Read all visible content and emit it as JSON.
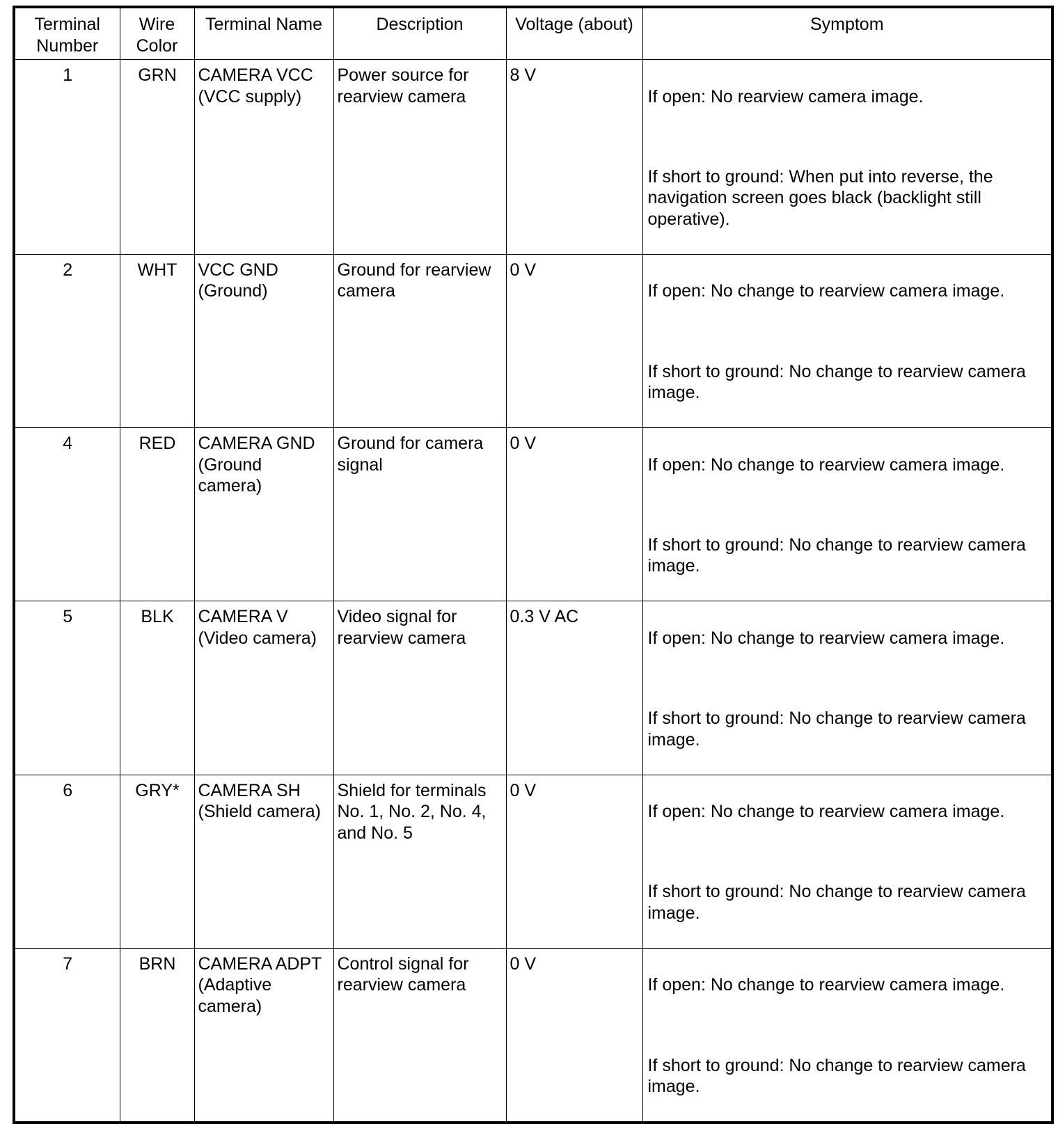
{
  "table": {
    "columns": [
      {
        "key": "terminal_number",
        "label": "Terminal\nNumber"
      },
      {
        "key": "wire_color",
        "label": "Wire\nColor"
      },
      {
        "key": "terminal_name",
        "label": "Terminal Name"
      },
      {
        "key": "description",
        "label": "Description"
      },
      {
        "key": "voltage",
        "label": "Voltage (about)"
      },
      {
        "key": "symptom",
        "label": "Symptom"
      }
    ],
    "rows": [
      {
        "terminal_number": "1",
        "wire_color": "GRN",
        "terminal_name": "CAMERA VCC\n(VCC supply)",
        "description": "Power source for\nrearview camera",
        "voltage": "8 V",
        "symptom_open": "If open: No rearview camera image.",
        "symptom_short": "If short to ground: When put into reverse, the navigation screen goes black (backlight still operative)."
      },
      {
        "terminal_number": "2",
        "wire_color": "WHT",
        "terminal_name": "VCC GND\n(Ground)",
        "description": "Ground for rearview\ncamera",
        "voltage": "0 V",
        "symptom_open": "If open: No change to rearview camera image.",
        "symptom_short": "If short to ground: No change to rearview camera image."
      },
      {
        "terminal_number": "4",
        "wire_color": "RED",
        "terminal_name": "CAMERA GND\n(Ground camera)",
        "description": "Ground for camera\nsignal",
        "voltage": "0 V",
        "symptom_open": "If open: No change to rearview camera image.",
        "symptom_short": "If short to ground: No change to rearview camera image."
      },
      {
        "terminal_number": "5",
        "wire_color": "BLK",
        "terminal_name": "CAMERA V\n(Video camera)",
        "description": "Video signal for\nrearview camera",
        "voltage": "0.3 V AC",
        "symptom_open": "If open: No change to rearview camera image.",
        "symptom_short": "If short to ground: No change to rearview camera image."
      },
      {
        "terminal_number": "6",
        "wire_color": "GRY*",
        "terminal_name": "CAMERA SH\n(Shield camera)",
        "description": "Shield for terminals\nNo. 1, No. 2, No. 4,\nand No. 5",
        "voltage": "0 V",
        "symptom_open": "If open: No change to rearview camera image.",
        "symptom_short": "If short to ground: No change to rearview camera image."
      },
      {
        "terminal_number": "7",
        "wire_color": "BRN",
        "terminal_name": "CAMERA ADPT\n(Adaptive\ncamera)",
        "description": "Control signal for\nrearview camera",
        "voltage": "0 V",
        "symptom_open": "If open: No change to rearview camera image.",
        "symptom_short": "If short to ground: No change to rearview camera image."
      }
    ]
  }
}
